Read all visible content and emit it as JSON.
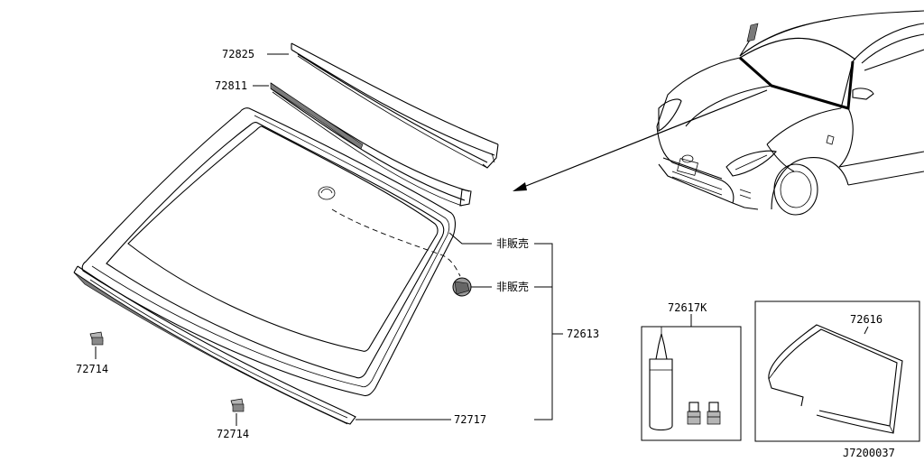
{
  "callouts": {
    "weatherstrip_upper": "72825",
    "moulding_upper": "72811",
    "not_for_sale_1": "非販売",
    "not_for_sale_2": "非販売",
    "windshield_glass": "72613",
    "sealant_kit": "72617K",
    "dam_rubber": "72616",
    "clip_left": "72714",
    "clip_bottom": "72714",
    "lower_moulding": "72717"
  },
  "diagram_code": "J7200037"
}
